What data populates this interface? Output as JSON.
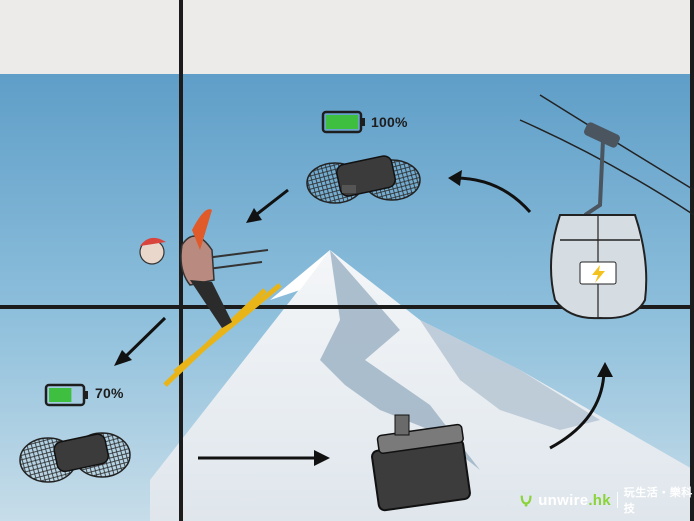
{
  "labels": {
    "battery_full": "100%",
    "battery_partial": "70%"
  },
  "battery_levels": {
    "top_drone": 1.0,
    "left_drone": 0.7
  },
  "watermark": {
    "brand": "unwire",
    "brand_suffix": ".hk",
    "tagline": "玩生活・樂科技"
  },
  "colors": {
    "sky": "#7fb3d3",
    "battery_fill": "#3fbf3f",
    "watermark_accent": "#8ad33a",
    "cable_car_charge_icon": "#f4c21c"
  },
  "icons": [
    "battery-icon",
    "drone-icon",
    "skier-icon",
    "cable-car-icon",
    "charging-case-icon",
    "lightning-icon",
    "arrow-icon",
    "mountain-icon"
  ]
}
